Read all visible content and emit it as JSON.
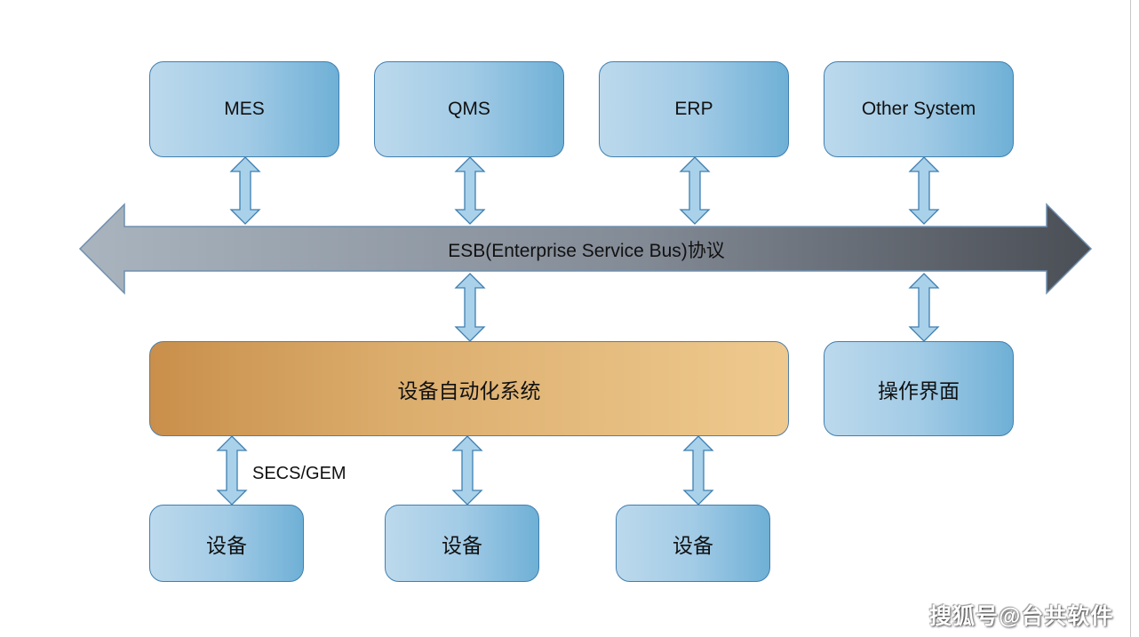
{
  "systems": [
    {
      "label": "MES"
    },
    {
      "label": "QMS"
    },
    {
      "label": "ERP"
    },
    {
      "label": "Other System"
    }
  ],
  "bus": {
    "label": "ESB(Enterprise Service Bus)协议"
  },
  "automation": {
    "label": "设备自动化系统"
  },
  "operator_ui": {
    "label": "操作界面"
  },
  "connection": {
    "label": "SECS/GEM"
  },
  "equipment": [
    {
      "label": "设备"
    },
    {
      "label": "设备"
    },
    {
      "label": "设备"
    }
  ],
  "watermark": {
    "text": "搜狐号@台共软件"
  },
  "colors": {
    "box_fill": "#a2cbe6",
    "box_border": "#3f7fb0",
    "automation_fill": "#dcae6e",
    "bus_start": "#a9b4be",
    "bus_end": "#4a4e55",
    "arrow_fill": "#a9d1ea"
  }
}
